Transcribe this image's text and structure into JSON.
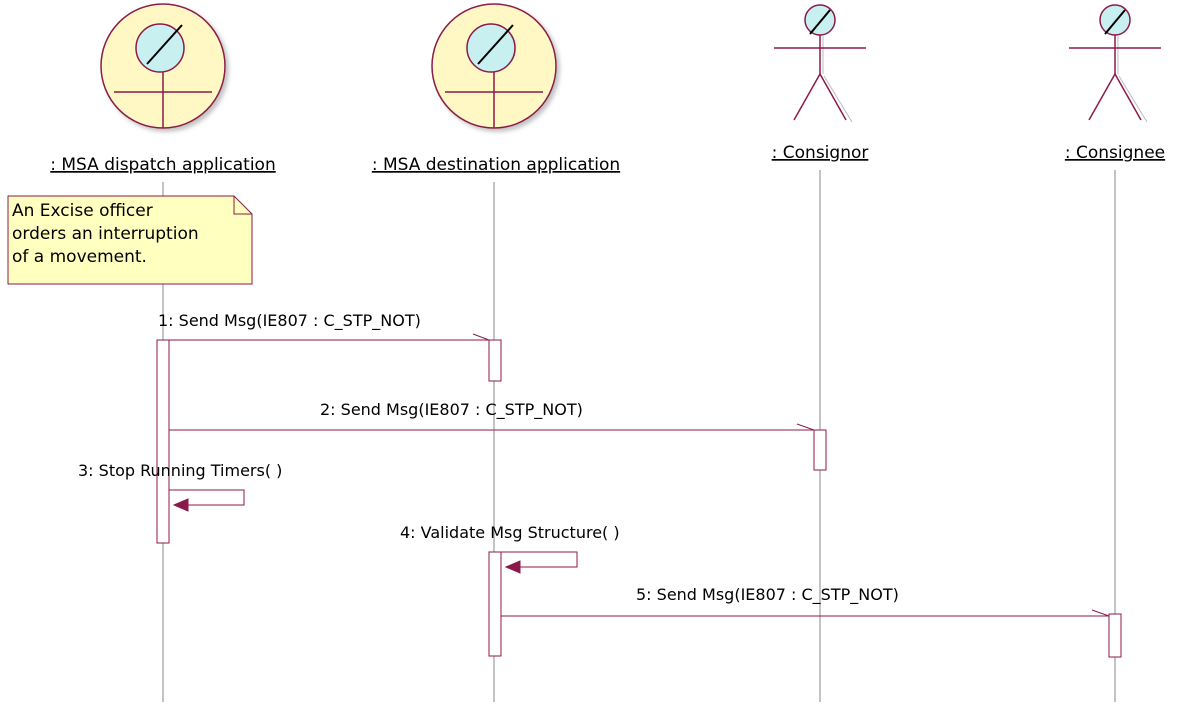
{
  "lifelines": [
    {
      "id": "dispatch",
      "name": ": MSA dispatch application",
      "kind": "boundary"
    },
    {
      "id": "destination",
      "name": ": MSA destination application",
      "kind": "boundary"
    },
    {
      "id": "consignor",
      "name": ": Consignor",
      "kind": "actor"
    },
    {
      "id": "consignee",
      "name": ": Consignee",
      "kind": "actor"
    }
  ],
  "note": {
    "lines": [
      "An Excise officer",
      "orders an interruption",
      "of a movement."
    ]
  },
  "messages": [
    {
      "label": "1: Send Msg(IE807 : C_STP_NOT)",
      "from": "dispatch",
      "to": "destination"
    },
    {
      "label": "2: Send Msg(IE807 : C_STP_NOT)",
      "from": "dispatch",
      "to": "consignor"
    },
    {
      "label": "3: Stop Running Timers( )",
      "from": "dispatch",
      "to": "dispatch"
    },
    {
      "label": "4: Validate Msg Structure( )",
      "from": "destination",
      "to": "destination"
    },
    {
      "label": "5: Send Msg(IE807 : C_STP_NOT)",
      "from": "destination",
      "to": "consignee"
    }
  ],
  "colors": {
    "stroke": "#8b1a4a",
    "boundary_fill": "#fff8c4",
    "actor_head_fill": "#c8f0f0",
    "note_fill": "#ffffc0",
    "lifeline": "#8a8a8a"
  }
}
